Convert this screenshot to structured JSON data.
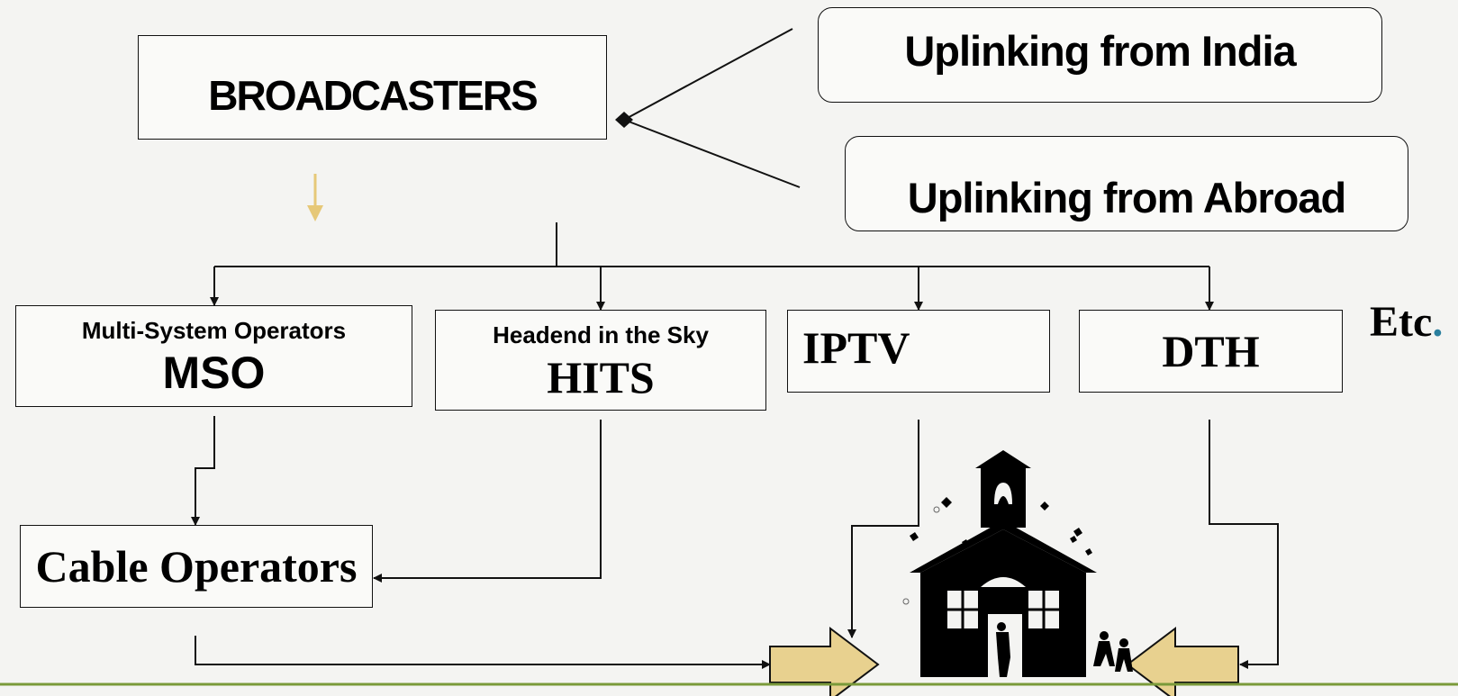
{
  "nodes": {
    "broadcasters": "BROADCASTERS",
    "uplink_india": "Uplinking from India",
    "uplink_abroad": "Uplinking from Abroad",
    "mso_full": "Multi-System Operators",
    "mso_short": "MSO",
    "hits_full": "Headend in the Sky",
    "hits_short": "HITS",
    "iptv": "IPTV",
    "dth": "DTH",
    "etc": "Etc",
    "etc_dot": ".",
    "cable_operators": "Cable Operators"
  },
  "colors": {
    "line": "#111111",
    "block_arrow_fill": "#e8d18f",
    "small_arrow": "#e6c878",
    "footer_line": "#7a9a3a",
    "etc_dot": "#2a7f9e"
  },
  "icons": {
    "school": "schoolhouse-icon"
  }
}
